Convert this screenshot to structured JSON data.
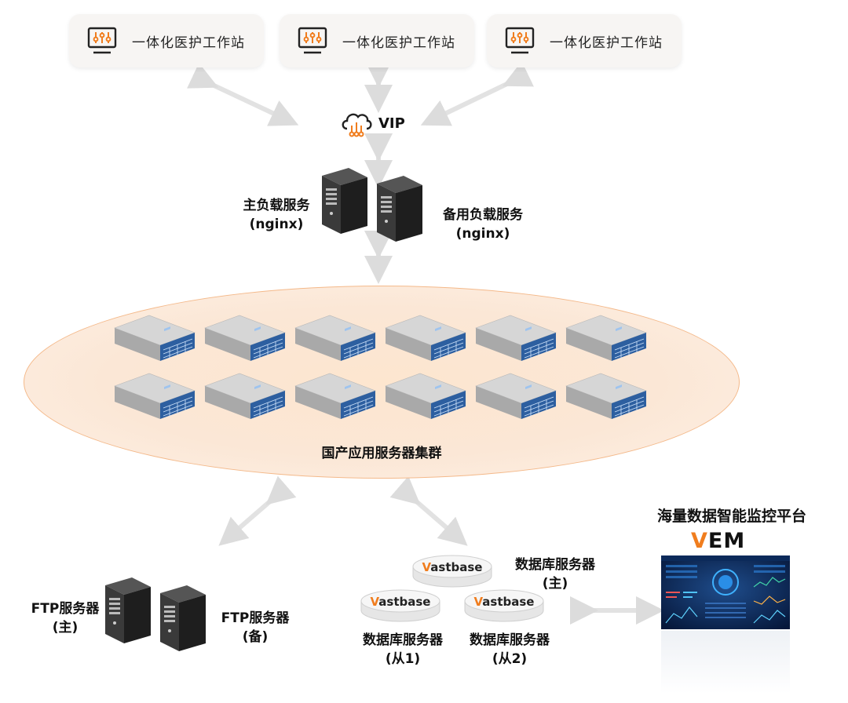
{
  "workstations": [
    {
      "label": "一体化医护工作站"
    },
    {
      "label": "一体化医护工作站"
    },
    {
      "label": "一体化医护工作站"
    }
  ],
  "vip": {
    "label": "VIP"
  },
  "load_balancers": {
    "primary": {
      "line1": "主负载服务",
      "line2": "(nginx)"
    },
    "backup": {
      "line1": "备用负载服务",
      "line2": "(nginx)"
    }
  },
  "cluster": {
    "label": "国产应用服务器集群",
    "server_count": 12
  },
  "ftp": {
    "primary": {
      "line1": "FTP服务器",
      "line2": "(主)"
    },
    "backup": {
      "line1": "FTP服务器",
      "line2": "(备)"
    }
  },
  "database": {
    "brand_v": "V",
    "brand_rest": "astbase",
    "primary": {
      "line1": "数据库服务器",
      "line2": "(主)"
    },
    "replica1": {
      "line1": "数据库服务器",
      "line2": "(从1)"
    },
    "replica2": {
      "line1": "数据库服务器",
      "line2": "(从2)"
    }
  },
  "monitor": {
    "title": "海量数据智能监控平台",
    "logo_v": "V",
    "logo_rest": "EM"
  },
  "colors": {
    "accent_orange": "#f07d1e",
    "arrow_gray": "#e2e2e2",
    "cluster_fill": "#fbe3cc",
    "server_dark": "#2c2c2c"
  }
}
